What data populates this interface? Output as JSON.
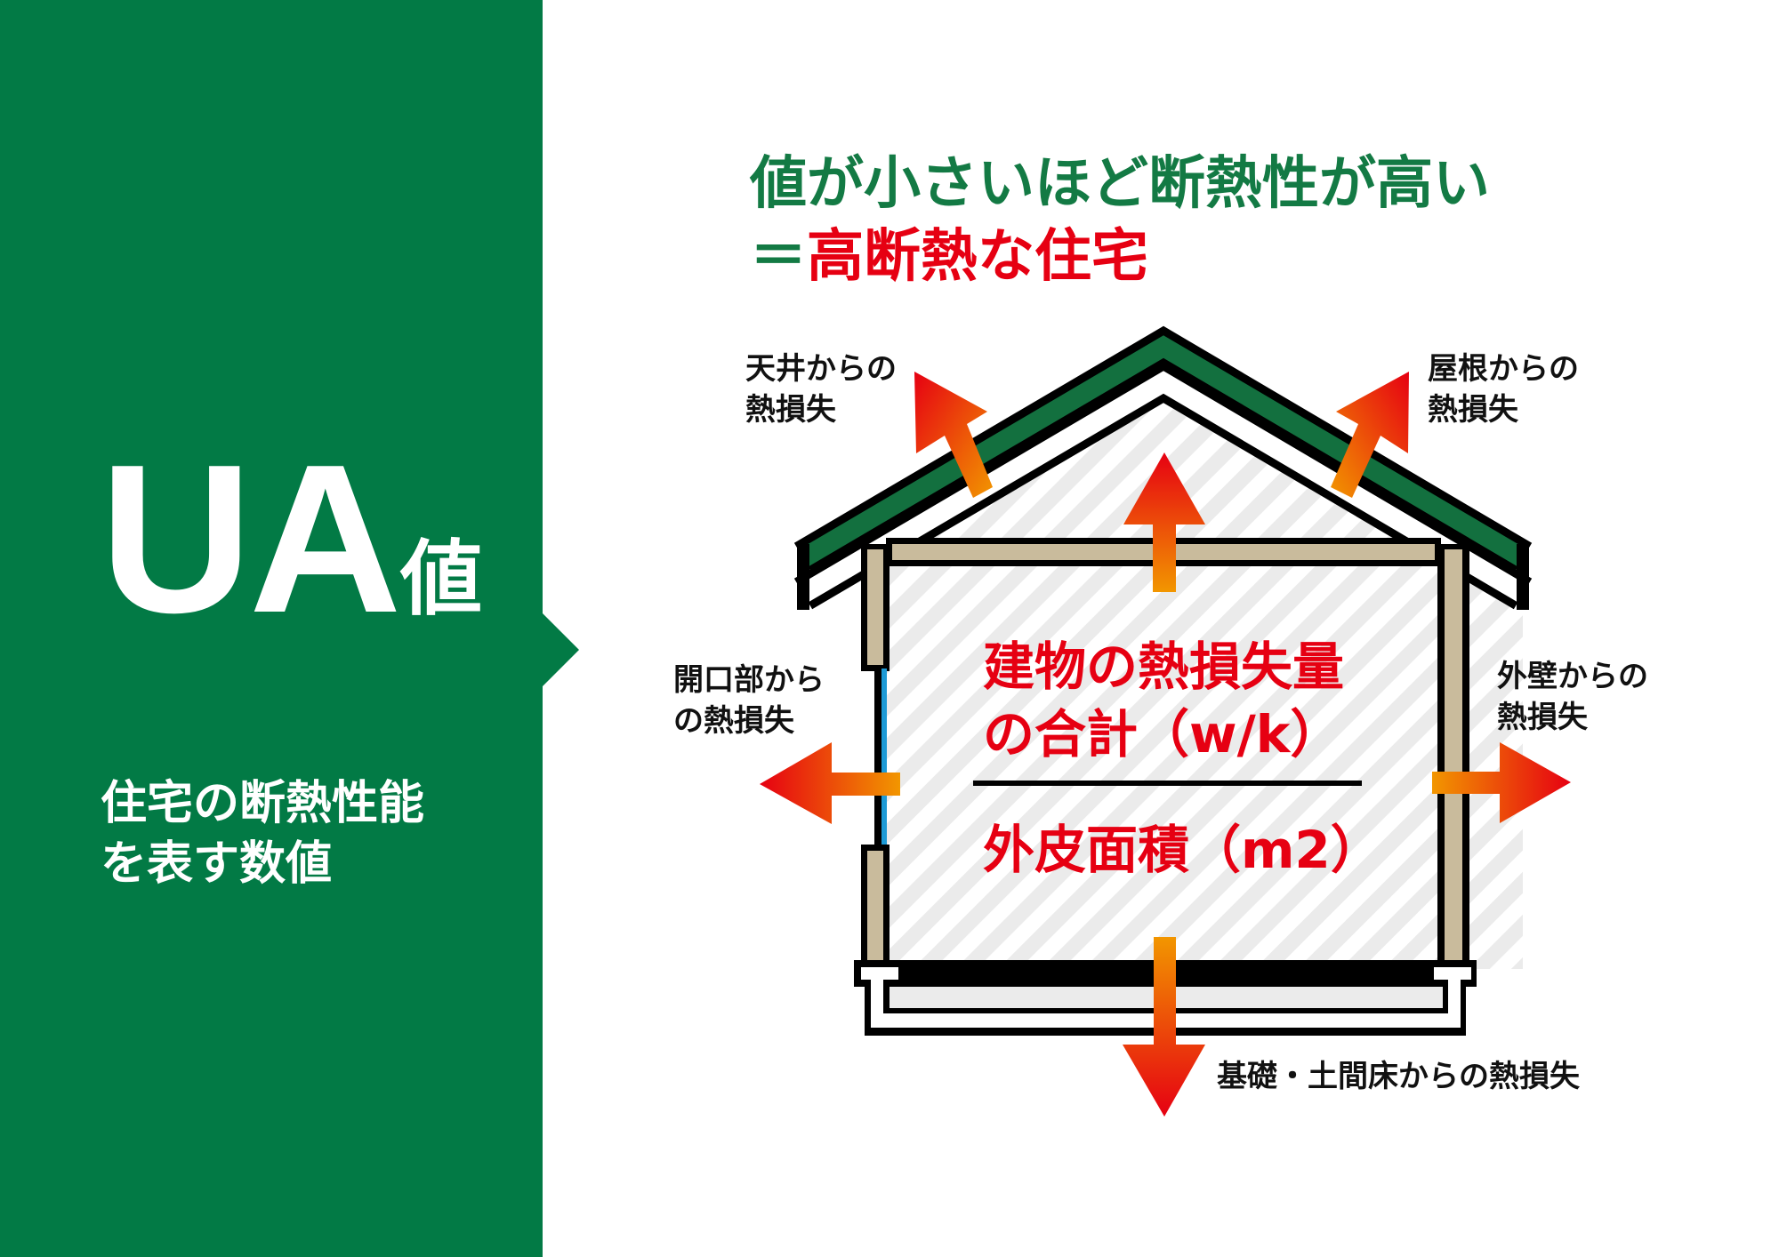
{
  "colors": {
    "brand_green": "#027a45",
    "roof_green": "#13703f",
    "accent_red": "#e60012",
    "arrow_orange": "#f29600",
    "wall_tan": "#c9bb9c",
    "floor_brown": "#a68b73",
    "window_blue": "#1d9ad6",
    "stripe_gray": "#ebebeb"
  },
  "left_panel": {
    "title": "UA",
    "title_suffix": "値",
    "subtitle_lines": [
      "住宅の断熱性能",
      "を表す数値"
    ]
  },
  "headline": {
    "line1": "値が小さいほど断熱性が高い",
    "line2_prefix": "＝",
    "line2_emphasis": "高断熱な住宅"
  },
  "diagram": {
    "labels": {
      "ceiling": [
        "天井からの",
        "熱損失"
      ],
      "roof": [
        "屋根からの",
        "熱損失"
      ],
      "openings": [
        "開口部から",
        "の熱損失"
      ],
      "exterior_wall": [
        "外壁からの",
        "熱損失"
      ],
      "foundation": "基礎・土間床からの熱損失"
    },
    "formula": {
      "numerator_lines": [
        "建物の熱損失量",
        "の合計（w/k）"
      ],
      "denominator": "外皮面積（m2）"
    }
  }
}
